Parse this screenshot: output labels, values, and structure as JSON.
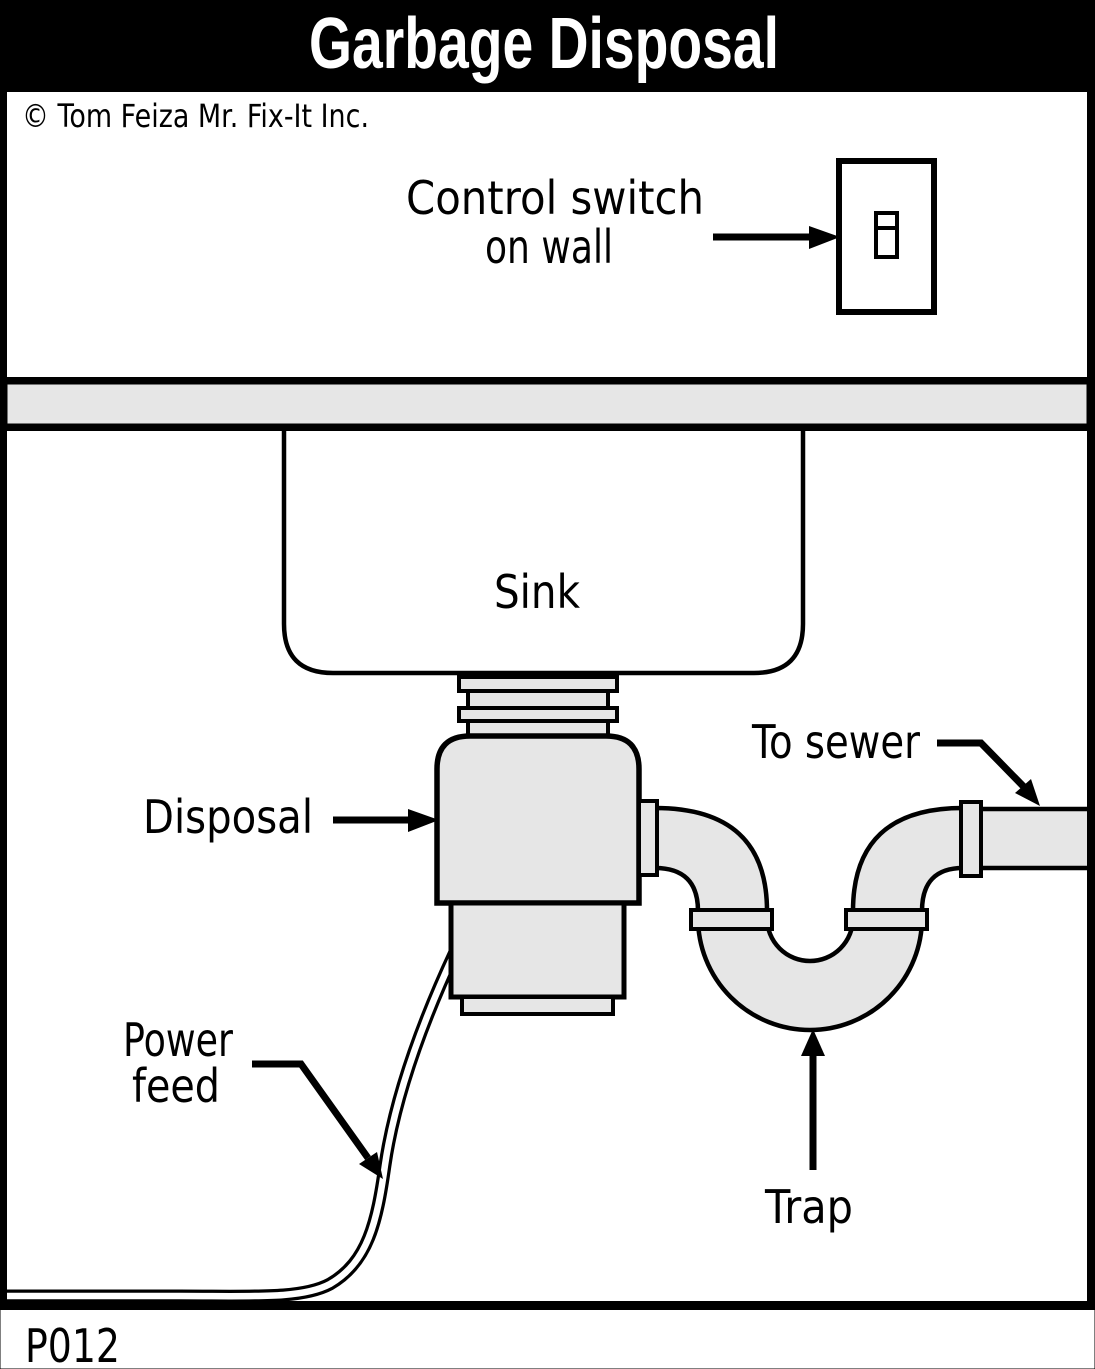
{
  "header": {
    "title": "Garbage Disposal",
    "copyright": "© Tom Feiza Mr. Fix-It Inc."
  },
  "diagram": {
    "labels": {
      "control_switch": {
        "line1": "Control switch",
        "line2": "on wall"
      },
      "sink": "Sink",
      "disposal": "Disposal",
      "to_sewer": "To sewer",
      "power_feed": {
        "line1": "Power",
        "line2": "feed"
      },
      "trap": "Trap"
    }
  },
  "footer": {
    "figure_code": "P012"
  },
  "colors": {
    "background": "#ffffff",
    "line": "#000000",
    "pipe_fill": "#e6e6e6",
    "title_bar": "#000000",
    "title_text": "#ffffff"
  }
}
